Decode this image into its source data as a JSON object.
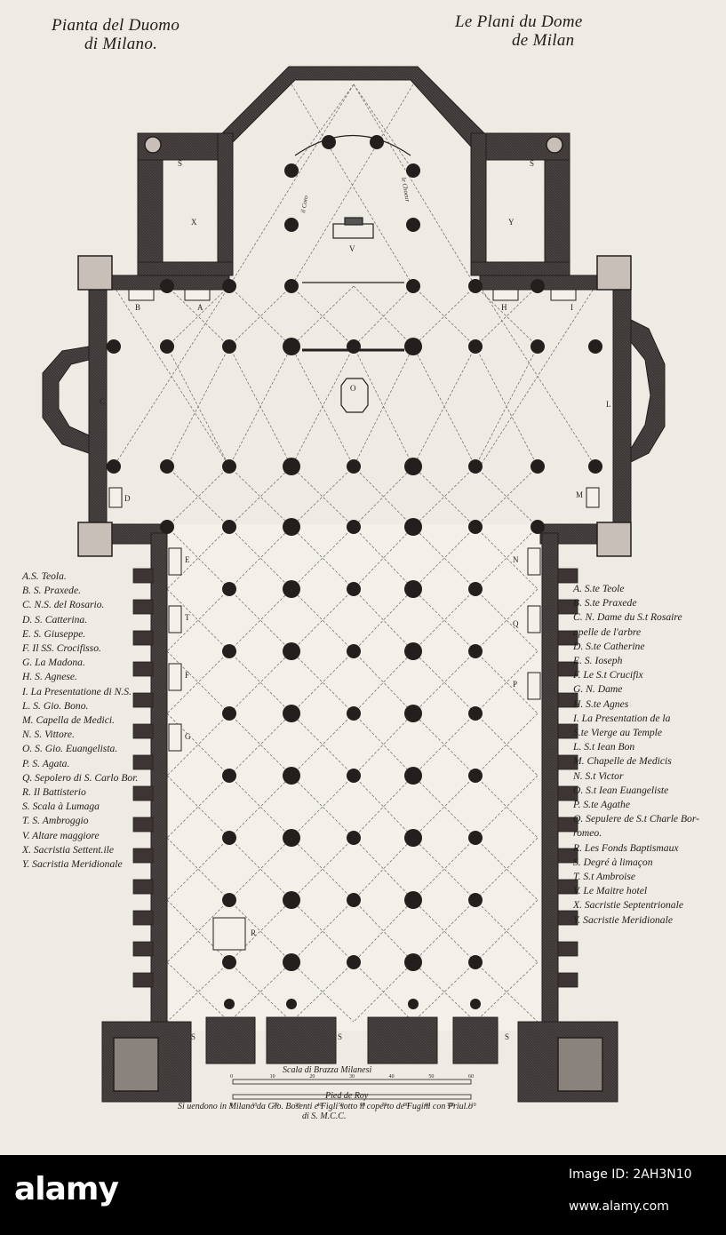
{
  "titles": {
    "italian": [
      "Pianta del Duomo",
      "di Milano."
    ],
    "french": [
      "Le Plani du Dome",
      "de Milan"
    ]
  },
  "colors": {
    "paper": "#eeeae4",
    "ink": "#231f1d",
    "wall": "#3d3533",
    "lines": "#555"
  },
  "plan_labels": {
    "X": "X",
    "Y": "Y",
    "V": "V",
    "O": "O",
    "A": "A",
    "B": "B",
    "C": "C",
    "D": "D",
    "E": "E",
    "T1": "T",
    "F": "F",
    "G": "G",
    "H": "H",
    "I": "I",
    "L": "L",
    "M": "M",
    "N": "N",
    "Q": "Q",
    "P": "P",
    "R": "R",
    "S1": "S",
    "S2": "S",
    "S3": "S",
    "S4": "S",
    "S5": "S",
    "coro": "il Coro",
    "choeur": "le Choeur"
  },
  "legend_italian": [
    "A.S. Teola.",
    "B. S. Praxede.",
    "C. N.S. del Rosario.",
    "D. S. Catterina.",
    "E. S. Giuseppe.",
    "F. Il SS. Crocifisso.",
    "G. La Madona.",
    "H. S. Agnese.",
    "I. La Presentatione di N.S.",
    "L. S. Gio. Bono.",
    "M. Capella de Medici.",
    "N. S. Vittore.",
    "O. S. Gio. Euangelista.",
    "P. S. Agata.",
    "Q. Sepolero di S. Carlo Bor.",
    "R. Il Battisterio",
    "S. Scala à Lumaga",
    "T. S. Ambroggio",
    "V. Altare maggiore",
    "X. Sacristia Settent.ile",
    "Y. Sacristia Meridionale"
  ],
  "legend_french": [
    "A. S.te Teole",
    "B. S.te Praxede",
    "C. N. Dame du S.t Rosaire",
    "apelle de l'arbre",
    "D. S.te Catherine",
    "E. S. Ioseph",
    "F. Le S.t Crucifix",
    "G. N. Dame",
    "H. S.te Agnes",
    "I. La Presentation de la",
    "S.te Vierge au Temple",
    "L. S.t Iean Bon",
    "M. Chapelle de Medicis",
    "N. S.t Victor",
    "O. S.t Iean Euangeliste",
    "P. S.te Agathe",
    "Q. Sepulere de S.t Charle Bor-",
    "romeo.",
    "R. Les Fonds Baptismaux",
    "S. Degré à limaçon",
    "T. S.t Ambroise",
    "V. Le Maitre hotel",
    "X. Sacristie Septentrionale",
    "Y. Sacristie Meridionale"
  ],
  "scale": {
    "title_1": "Scala di Brazza Milanesi",
    "ticks_1": [
      "0",
      "10",
      "20",
      "30",
      "40",
      "50",
      "60"
    ],
    "title_2": "Pied de Roy",
    "ticks_2": [
      "0",
      "10",
      "20",
      "30",
      "40",
      "50",
      "60",
      "70",
      "80",
      "90",
      "100",
      "110"
    ]
  },
  "imprint": [
    "Si uendono in Milano da Gio. Bosenti e Figli sotto il coperto de Fugini con Priul.o",
    "di S. M.C.C."
  ],
  "stock": {
    "logo": "alamy",
    "image_id": "Image ID: 2AH3N10",
    "url": "www.alamy.com"
  }
}
